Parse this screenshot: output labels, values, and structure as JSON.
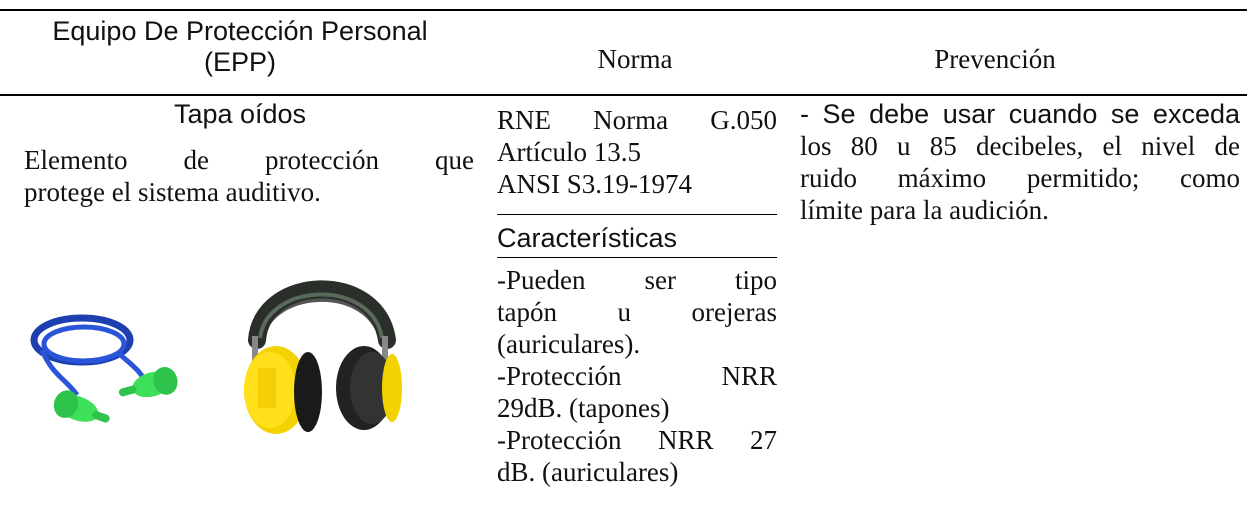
{
  "table": {
    "headers": {
      "epp": "Equipo De Protección Personal (EPP)",
      "norma": "Norma",
      "prevencion": "Prevención"
    },
    "row": {
      "item_name": "Tapa oídos",
      "description_line1": "Elemento de protección que",
      "description_line2": "protege el sistema auditivo.",
      "norma_lines": [
        "RNE Norma G.050",
        "Artículo 13.5",
        "ANSI S3.19-1974"
      ],
      "caracteristicas_label": "Características",
      "caracteristicas_lines": [
        "-Pueden ser tipo",
        "tapón u orejeras",
        "(auriculares).",
        "-Protección NRR",
        "29dB. (tapones)",
        "-Protección NRR 27",
        "dB. (auriculares)"
      ],
      "prevencion_lines": [
        "- Se debe usar cuando se exceda",
        "los 80 u 85 decibeles, el nivel de",
        "ruido máximo permitido; como",
        "límite para la audición."
      ]
    },
    "images": {
      "earplugs_icon": "earplugs-icon",
      "earmuffs_icon": "earmuffs-icon"
    }
  }
}
